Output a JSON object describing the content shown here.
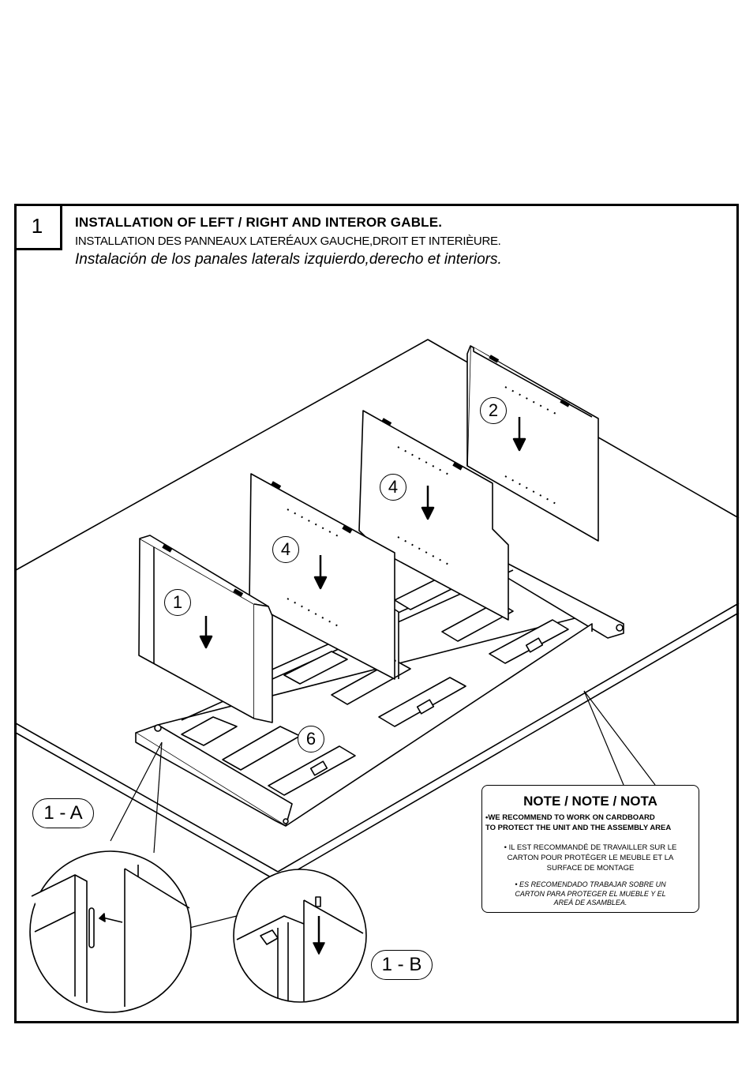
{
  "step": {
    "number": "1"
  },
  "titles": {
    "en": "INSTALLATION OF LEFT / RIGHT AND INTEROR GABLE.",
    "fr": "INSTALLATION DES PANNEAUX LATERÉAUX GAUCHE,DROIT ET INTERIÈURE.",
    "es": "Instalación de los panales laterals izquierdo,derecho et interiors."
  },
  "parts": {
    "p1": "1",
    "p2": "2",
    "p4a": "4",
    "p4b": "4",
    "p6": "6"
  },
  "details": {
    "a": "1 - A",
    "b": "1 - B"
  },
  "note": {
    "title": "NOTE / NOTE / NOTA",
    "en_line1": "•WE RECOMMEND TO WORK ON CARDBOARD",
    "en_line2": "TO PROTECT THE UNIT AND THE ASSEMBLY AREA",
    "fr_line1": "• IL EST RECOMMANDÉ DE TRAVAILLER SUR LE",
    "fr_line2": "CARTON POUR PROTÉGER LE MEUBLE ET LA",
    "fr_line3": "SURFACE DE MONTAGE",
    "es_line1": "•  ES RECOMENDADO TRABAJAR SOBRE UN",
    "es_line2": "CARTON PARA PROTEGER EL MUEBLE Y EL",
    "es_line3": "AREÁ DE ASAMBLEA."
  }
}
